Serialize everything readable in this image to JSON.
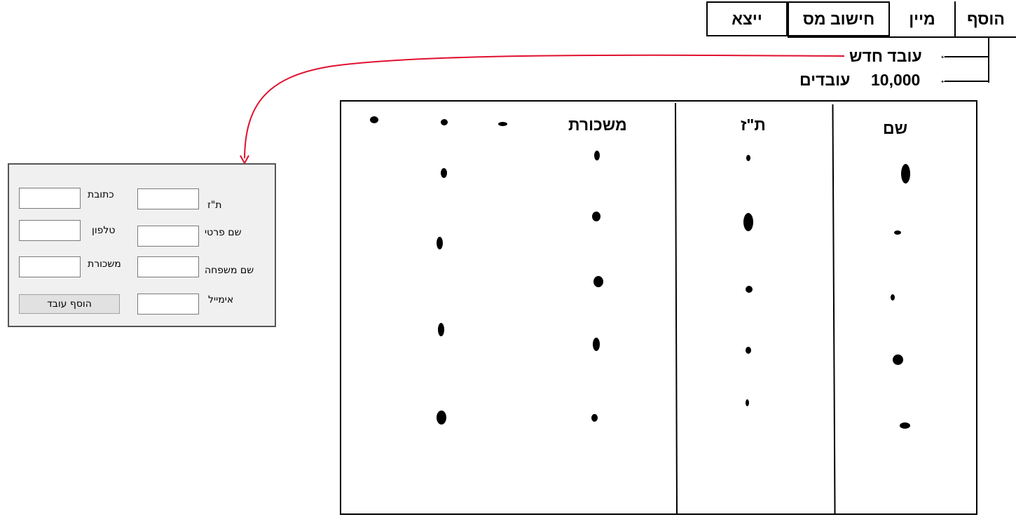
{
  "menu": {
    "items": [
      {
        "label": "הוסף"
      },
      {
        "label": "מיין"
      },
      {
        "label": "חישוב מס"
      },
      {
        "label": "ייצא"
      }
    ],
    "submenu": {
      "new_employee": "עובד חדש",
      "employees_count": "10,000",
      "employees_label": "עובדים"
    }
  },
  "table": {
    "columns": [
      "שם",
      "ת\"ז",
      "משכורת"
    ]
  },
  "form": {
    "labels": {
      "id": "ת\"ז",
      "first_name": "שם פרטי",
      "last_name": "שם משפחה",
      "email": "אימייל",
      "address": "כתובת",
      "phone": "טלפון",
      "salary": "משכורת"
    },
    "values": {
      "id": "",
      "first_name": "",
      "last_name": "",
      "email": "",
      "address": "",
      "phone": "",
      "salary": ""
    },
    "submit_label": "הוסף עובד"
  },
  "colors": {
    "connector_arrow": "#e0102f",
    "form_background": "#f0f0f0",
    "button_background": "#e1e1e1"
  },
  "icons": [
    "arrow-left-icon",
    "arrow-down-icon"
  ]
}
